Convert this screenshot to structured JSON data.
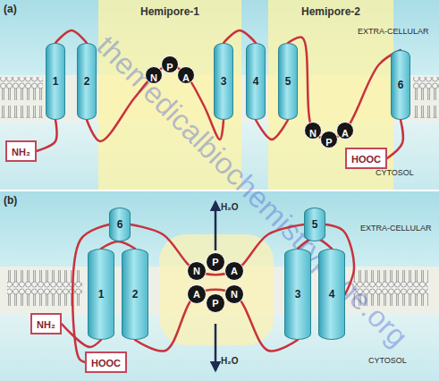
{
  "diagram": {
    "nodes": [
      {
        "text": [
          "Hemipore-1"
        ]
      },
      {
        "text": [
          "Hemipore-2"
        ]
      },
      {
        "text": [
          "1"
        ]
      },
      {
        "text": [
          "2"
        ]
      },
      {
        "text": [
          "N"
        ],
        "in": 0
      },
      {
        "text": [
          "P"
        ],
        "in": 0
      },
      {
        "text": [
          "A"
        ],
        "in": 0
      },
      {
        "text": [
          "3"
        ]
      },
      {
        "text": [
          "4"
        ]
      },
      {
        "text": [
          "5"
        ]
      },
      {
        "text": [
          "N"
        ],
        "in": 1
      },
      {
        "text": [
          "P"
        ],
        "in": 1
      },
      {
        "text": [
          "A"
        ],
        "in": 1
      },
      {
        "text": [
          "6"
        ]
      },
      {
        "text": [
          "NH₂"
        ]
      },
      {
        "text": [
          "HOOC"
        ]
      },
      {
        "text": [
          "6"
        ]
      },
      {
        "text": [
          "5"
        ]
      },
      {
        "text": [
          "1"
        ]
      },
      {
        "text": [
          "2"
        ]
      },
      {
        "text": [
          "N"
        ]
      },
      {
        "text": [
          "P"
        ]
      },
      {
        "text": [
          "A"
        ]
      },
      {
        "text": [
          "A"
        ]
      },
      {
        "text": [
          "P"
        ]
      },
      {
        "text": [
          "N"
        ]
      },
      {
        "text": [
          "3"
        ]
      },
      {
        "text": [
          "4"
        ]
      },
      {
        "text": [
          "NH₂"
        ]
      },
      {
        "text": [
          "HOOC"
        ]
      }
    ],
    "edges": [
      {
        "from": 14,
        "to": 2,
        "arrow": "none"
      },
      {
        "from": 2,
        "to": 3,
        "arrow": "none"
      },
      {
        "from": 3,
        "to": 7,
        "arrow": "none"
      },
      {
        "from": 7,
        "to": 8,
        "arrow": "none"
      },
      {
        "from": 8,
        "to": 9,
        "arrow": "none"
      },
      {
        "from": 9,
        "to": 13,
        "arrow": "none"
      },
      {
        "from": 13,
        "to": 15,
        "arrow": "none"
      },
      {
        "from": 28,
        "to": 18,
        "arrow": "none"
      },
      {
        "from": 18,
        "to": 19,
        "arrow": "none"
      },
      {
        "from": 19,
        "to": 26,
        "arrow": "none"
      },
      {
        "from": 26,
        "to": 27,
        "arrow": "none"
      },
      {
        "from": 27,
        "to": 17,
        "arrow": "none"
      },
      {
        "from": 17,
        "to": 16,
        "arrow": "none"
      },
      {
        "from": 16,
        "to": 29,
        "arrow": "none"
      }
    ],
    "labels": [
      "(a)",
      "EXTRA-CELLULAR",
      "CYTOSOL",
      "(b)",
      "H₂O",
      "H₂O",
      "EXTRA-CELLULAR",
      "CYTOSOL",
      "themedicalbiochemistrypage.org"
    ]
  }
}
